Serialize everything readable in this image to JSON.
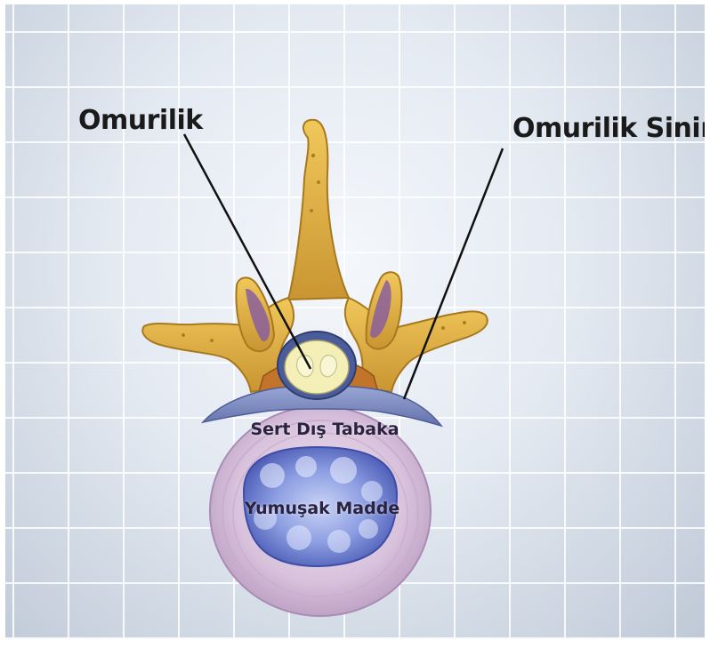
{
  "labels": {
    "spinal_cord": "Omurilik",
    "spinal_nerve": "Omurilik Siniri",
    "outer_layer": "Sert Dış Tabaka",
    "inner_core": "Yumuşak Madde"
  },
  "colors": {
    "bone": "#e0b545",
    "bone_shadow": "#a8781f",
    "disc_ring": "#d9c4dc",
    "disc_core": "#6f7fd0",
    "nerve": "#7d8cc4",
    "spinal_cord": "#f4f0b8",
    "background": "#e4eaf2"
  }
}
